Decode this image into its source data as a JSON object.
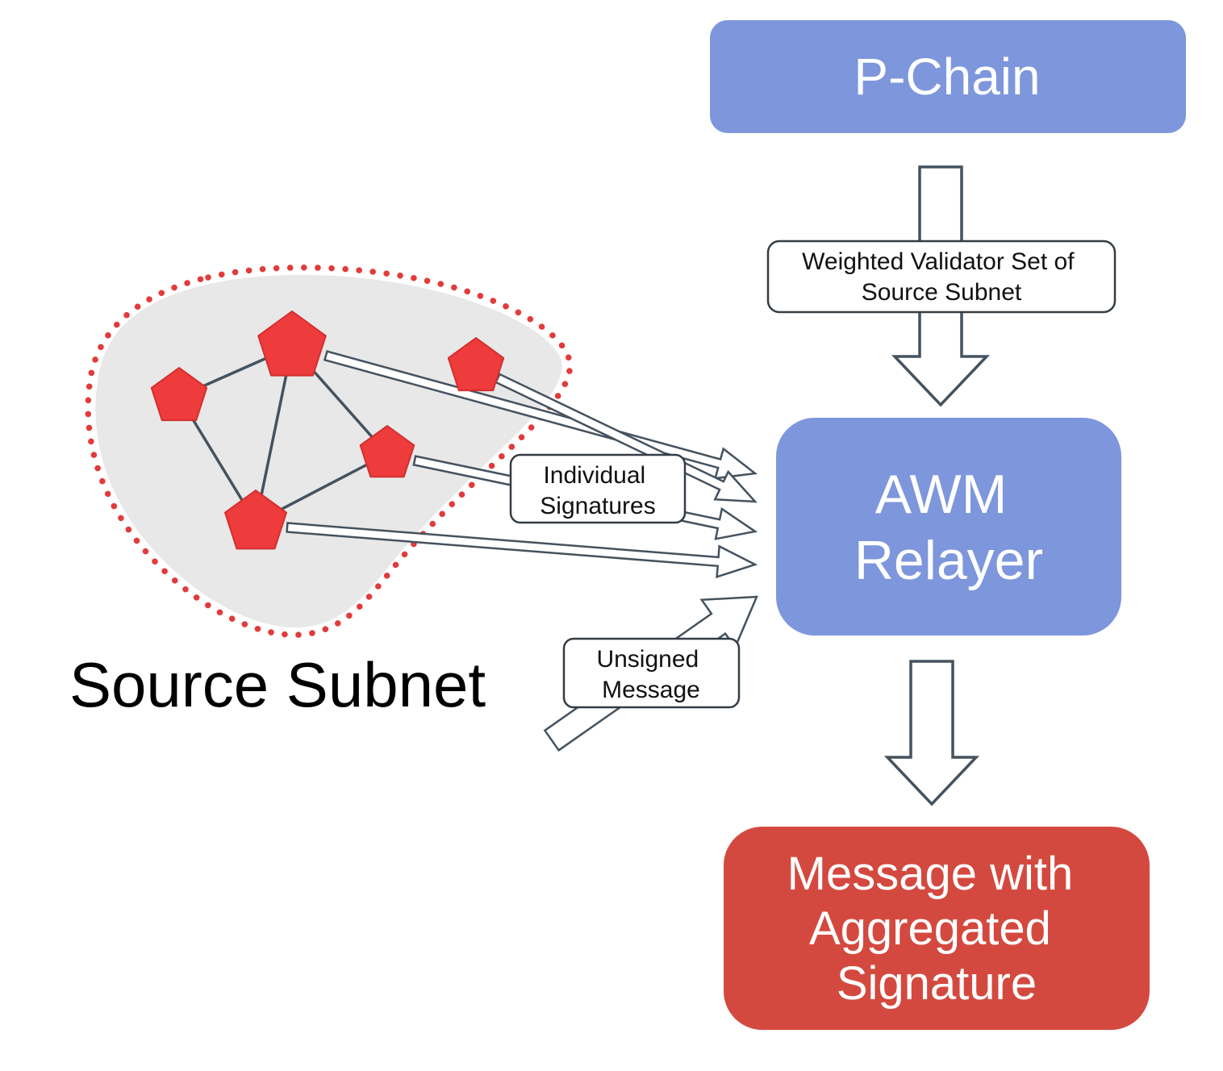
{
  "diagram": {
    "pchain_box": {
      "label": "P-Chain"
    },
    "weighted_validator_label": {
      "line1": "Weighted Validator Set of",
      "line2": "Source Subnet"
    },
    "awm_relayer_box": {
      "line1": "AWM",
      "line2": "Relayer"
    },
    "individual_signatures_label": {
      "line1": "Individual",
      "line2": "Signatures"
    },
    "unsigned_message_label": {
      "line1": "Unsigned",
      "line2": "Message"
    },
    "source_subnet_label": "Source Subnet",
    "aggregated_message_box": {
      "line1": "Message with",
      "line2": "Aggregated",
      "line3": "Signature"
    },
    "validator_count": 5
  },
  "colors": {
    "box_blue": "#7d96dc",
    "box_red": "#d4493f",
    "validator_red": "#ee3b3b",
    "validator_red_edge": "#d32f2f",
    "subnet_gray": "#e8e8e8",
    "dotted_red": "#e23b3b",
    "line_slate": "#45525f",
    "label_border": "#343c44",
    "box_text": "#ffffff",
    "label_text": "#111111"
  }
}
